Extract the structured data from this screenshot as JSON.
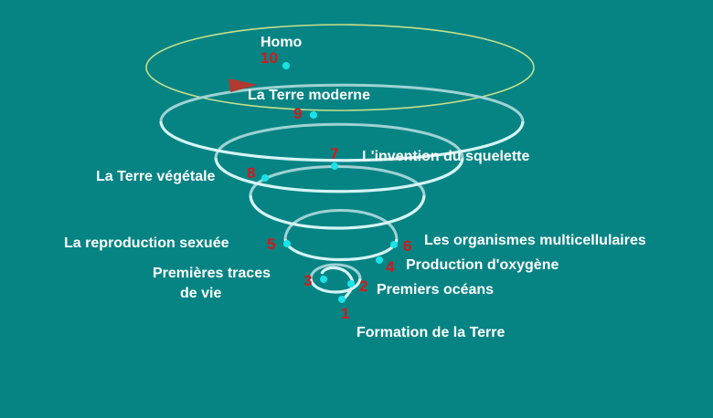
{
  "colors": {
    "background": "#068484",
    "spiral": "#c8ecec",
    "outer_orbit": "#c6e08a",
    "dot": "#19e3e8",
    "number": "#d61818",
    "label": "#ffffff",
    "arrow": "#b23a2e"
  },
  "stages": [
    {
      "num": "1",
      "label": "Formation de la Terre"
    },
    {
      "num": "2",
      "label": "Premiers océans"
    },
    {
      "num": "3",
      "label": "Premières traces de vie",
      "label_lines": [
        "Premières traces",
        "de vie"
      ]
    },
    {
      "num": "4",
      "label": "Production d'oxygène"
    },
    {
      "num": "5",
      "label": "La reproduction sexuée"
    },
    {
      "num": "6",
      "label": "Les organismes multicellulaires"
    },
    {
      "num": "7",
      "label": "L'invention du squelette"
    },
    {
      "num": "8",
      "label": "La Terre végétale"
    },
    {
      "num": "9",
      "label": "La Terre moderne"
    },
    {
      "num": "10",
      "label": "Homo"
    }
  ]
}
